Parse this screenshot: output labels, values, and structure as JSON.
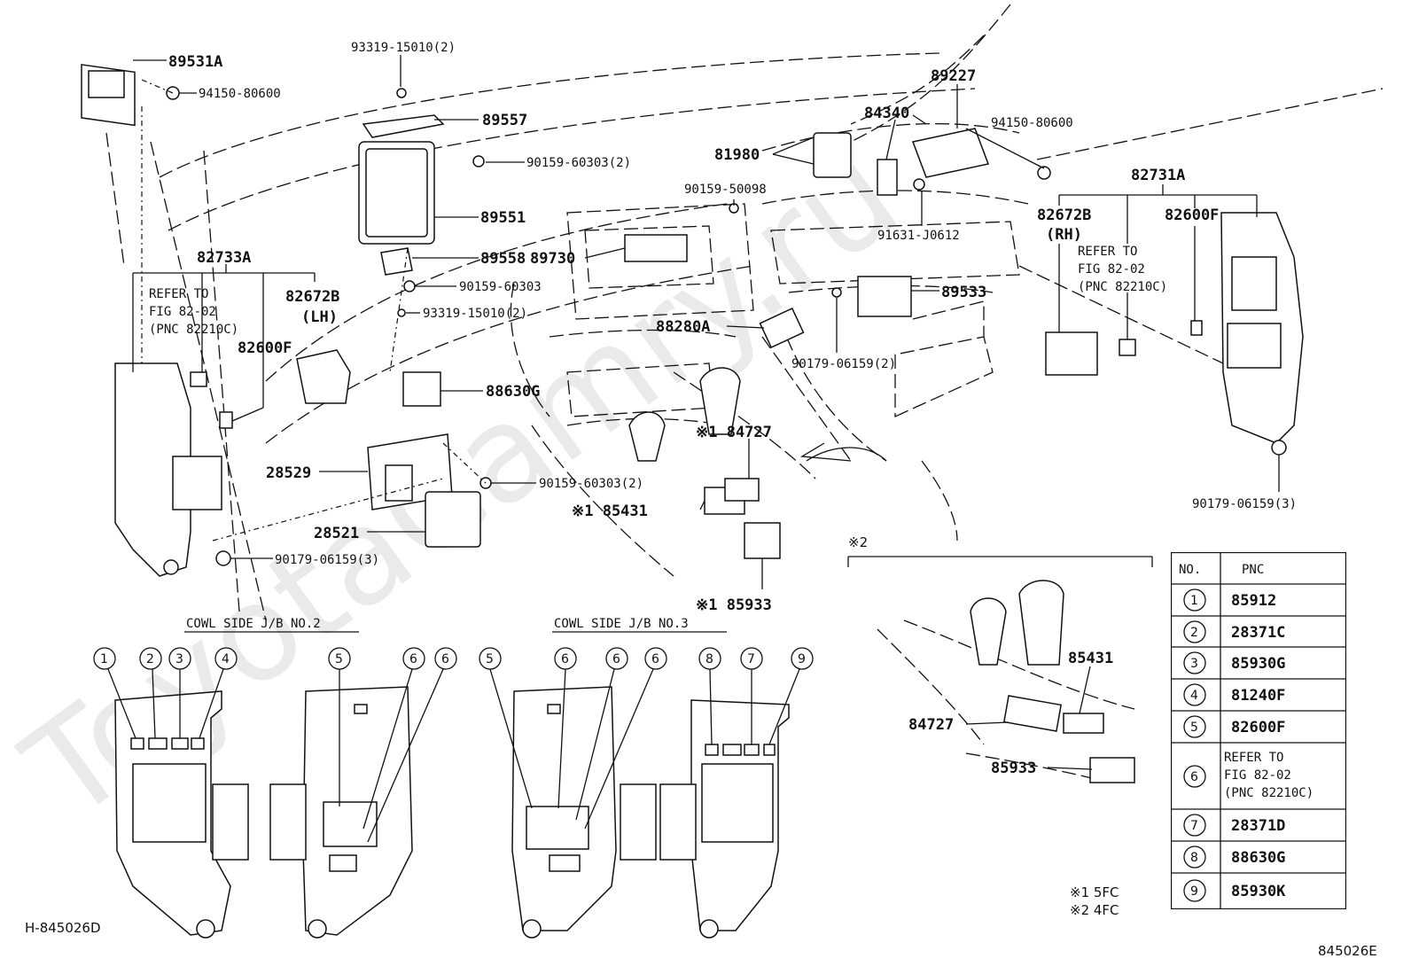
{
  "watermark": "ToyotaCamry.ru",
  "diagram_code": "H-845026D",
  "figure_code": "845026E",
  "parts": {
    "p89531A": "89531A",
    "p94150_80600_a": "94150-80600",
    "p93319_15010_top": "93319-15010(2)",
    "p89557": "89557",
    "p90159_60303_2a": "90159-60303(2)",
    "p89551": "89551",
    "p90159_50098": "90159-50098",
    "p89558": "89558",
    "p89730": "89730",
    "p90159_60303": "90159-60303",
    "p93319_15010_b": "93319-15010(2)",
    "p88280A": "88280A",
    "p88630G": "88630G",
    "p28529": "28529",
    "p90159_60303_2b": "90159-60303(2)",
    "p28521": "28521",
    "p90179_06159_3a": "90179-06159(3)",
    "p82733A": "82733A",
    "p82672B_lh": "82672B",
    "lh": "(LH)",
    "p82600F_l": "82600F",
    "p89227": "89227",
    "p84340": "84340",
    "p81980": "81980",
    "p94150_80600_b": "94150-80600",
    "p91631_J0612": "91631-J0612",
    "p89533": "89533",
    "p90179_06159_2": "90179-06159(2)",
    "p84727_a": "※1 84727",
    "p85431_a": "※1 85431",
    "p85933_a": "※1 85933",
    "p82731A": "82731A",
    "p82672B_rh": "82672B",
    "rh": "(RH)",
    "p82600F_r": "82600F",
    "p90179_06159_3b": "90179-06159(3)",
    "mark2": "※2",
    "p85431_b": "85431",
    "p84727_b": "84727",
    "p85933_b": "85933"
  },
  "refer_left": [
    "REFER TO",
    "FIG 82-02",
    "(PNC 82210C)"
  ],
  "refer_right": [
    "REFER TO",
    "FIG 82-02",
    "(PNC 82210C)"
  ],
  "cowl_no2": "COWL SIDE J/B NO.2",
  "cowl_no3": "COWL SIDE J/B NO.3",
  "circle_marks": [
    "1",
    "2",
    "3",
    "4",
    "5",
    "6",
    "6",
    "5",
    "6",
    "6",
    "6",
    "8",
    "7",
    "9"
  ],
  "notes": [
    "※1 5FC",
    "※2 4FC"
  ],
  "pnc_table": {
    "headers": [
      "NO.",
      "PNC"
    ],
    "rows": [
      {
        "no": "1",
        "pnc": "85912"
      },
      {
        "no": "2",
        "pnc": "28371C"
      },
      {
        "no": "3",
        "pnc": "85930G"
      },
      {
        "no": "4",
        "pnc": "81240F"
      },
      {
        "no": "5",
        "pnc": "82600F"
      },
      {
        "no": "6",
        "pnc_lines": [
          "REFER TO",
          "FIG 82-02",
          "(PNC 82210C)"
        ]
      },
      {
        "no": "7",
        "pnc": "28371D"
      },
      {
        "no": "8",
        "pnc": "88630G"
      },
      {
        "no": "9",
        "pnc": "85930K"
      }
    ]
  }
}
